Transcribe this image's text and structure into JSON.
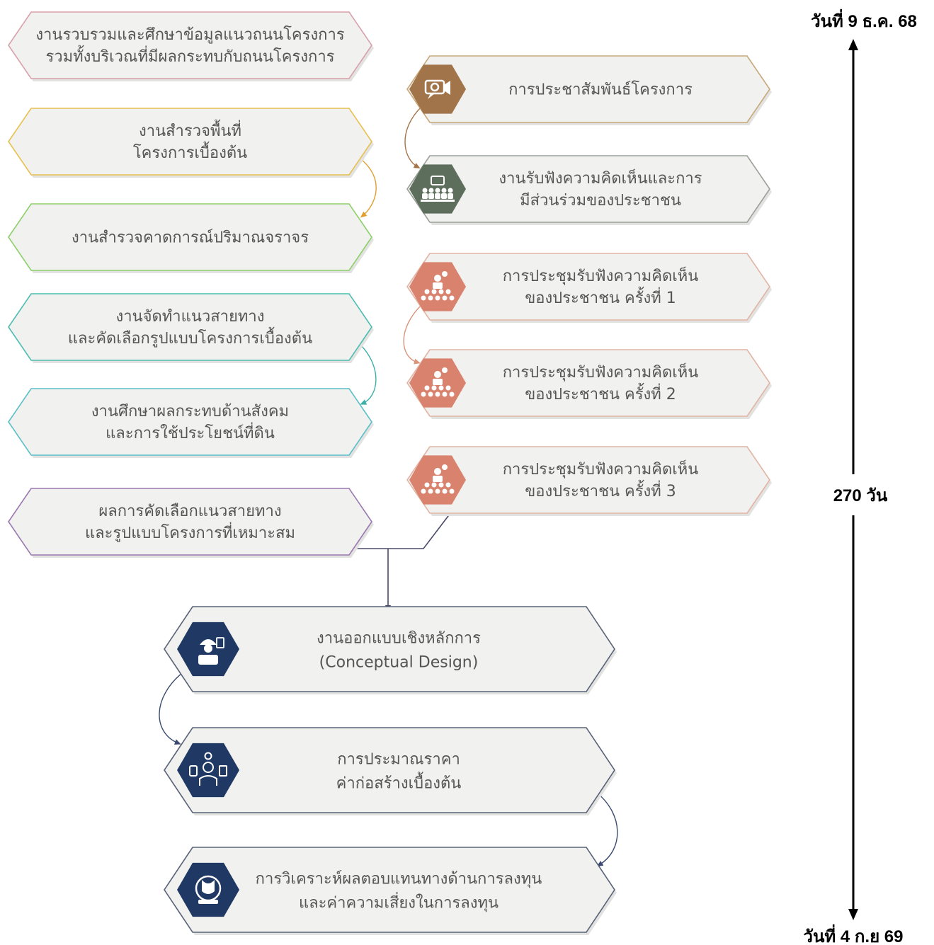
{
  "timeline": {
    "start_label": "วันที่ 9 ธ.ค. 68",
    "end_label": "วันที่ 4 ก.ย 69",
    "duration_label": "270 วัน"
  },
  "left_column": [
    {
      "lines": [
        "งานรวบรวมและศึกษาข้อมูลแนวถนนโครงการ",
        "รวมทั้งบริเวณที่มีผลกระทบกับถนนโครงการ"
      ],
      "color": "#d9a0aa"
    },
    {
      "lines": [
        "งานสำรวจพื้นที่",
        "โครงการเบื้องต้น"
      ],
      "color": "#e8c050"
    },
    {
      "lines": [
        "งานสำรวจคาดการณ์ปริมาณจราจร"
      ],
      "color": "#8dcf6a"
    },
    {
      "lines": [
        "งานจัดทำแนวสายทาง",
        "และคัดเลือกรูปแบบโครงการเบื้องต้น"
      ],
      "color": "#4dbdb0"
    },
    {
      "lines": [
        "งานศึกษาผลกระทบด้านสังคม",
        "และการใช้ประโยชน์ที่ดิน"
      ],
      "color": "#5bbfc8"
    },
    {
      "lines": [
        "ผลการคัดเลือกแนวสายทาง",
        "และรูปแบบโครงการที่เหมาะสม"
      ],
      "color": "#9a78b0"
    }
  ],
  "right_column": [
    {
      "lines": [
        "การประชาสัมพันธ์โครงการ"
      ],
      "color": "#c8a878",
      "icon": "megaphone-icon",
      "icon_color": "#a2744a"
    },
    {
      "lines": [
        "งานรับฟังความคิดเห็นและการ",
        "มีส่วนร่วมของประชาชน"
      ],
      "color": "#9aa098",
      "icon": "audience-icon",
      "icon_color": "#5e6e5c"
    },
    {
      "lines": [
        "การประชุมรับฟังความคิดเห็น",
        "ของประชาชน ครั้งที่ 1"
      ],
      "color": "#e2b4a4",
      "icon": "meeting-icon",
      "icon_color": "#d9826e"
    },
    {
      "lines": [
        "การประชุมรับฟังความคิดเห็น",
        "ของประชาชน ครั้งที่ 2"
      ],
      "color": "#e2b4a4",
      "icon": "meeting-icon",
      "icon_color": "#d9826e"
    },
    {
      "lines": [
        "การประชุมรับฟังความคิดเห็น",
        "ของประชาชน ครั้งที่ 3"
      ],
      "color": "#e2b4a4",
      "icon": "meeting-icon",
      "icon_color": "#d9826e"
    }
  ],
  "bottom_column": [
    {
      "lines": [
        "งานออกแบบเชิงหลักการ",
        "(Conceptual Design)"
      ],
      "color": "#5a6478",
      "icon": "engineer-icon",
      "icon_color": "#1f3864"
    },
    {
      "lines": [
        "การประมาณราคา",
        "ค่าก่อสร้างเบื้องต้น"
      ],
      "color": "#5a6478",
      "icon": "cost-estimator-icon",
      "icon_color": "#1f3864"
    },
    {
      "lines": [
        "การวิเคราะห์ผลตอบแทนทางด้านการลงทุน",
        "และค่าความเสี่ยงในการลงทุน"
      ],
      "color": "#5a6478",
      "icon": "investment-icon",
      "icon_color": "#1f3864"
    }
  ],
  "colors": {
    "box_fill": "#f1f1f0",
    "box_shadow": "#e2e2e0",
    "text": "#555555",
    "timeline": "#000000",
    "merge_line": "#4a4a6a",
    "connector_orange": "#e0a030",
    "connector_teal": "#3cb0a8",
    "connector_brown": "#a47448",
    "connector_salmon": "#d9947c",
    "connector_navy": "#3a4a70"
  }
}
